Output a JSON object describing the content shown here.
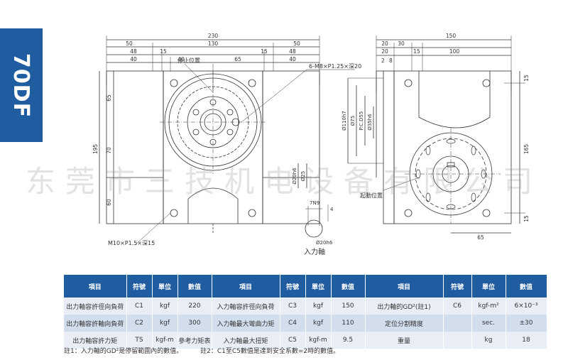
{
  "model_tab": "70DF",
  "watermark": "东莞市三技机电设备有限公司",
  "drawing": {
    "front_dims": {
      "total_width": "230",
      "left_50": "50",
      "center_130": "130",
      "right_50": "50",
      "left_48": "48",
      "right_48": "48",
      "left_40": "40",
      "right_40": "40",
      "left_15": "15",
      "right_15": "15",
      "inner_40": "40",
      "inner_65": "65",
      "h_65": "65",
      "h_195": "195",
      "h_70": "70",
      "h_60": "60"
    },
    "labels": {
      "stop_position": "停止位置",
      "tapped_holes": "6-M8×P1.25×深20",
      "bottom_tap": "M10×P1.5×深15",
      "start_position": "起動位置",
      "input_shaft": "入力軸",
      "phi110": "Ø110h7",
      "phi75": "Ø75",
      "pcd55": "P.C.D55",
      "phi35": "Ø35h6",
      "phi20": "Ø20h6",
      "phi25": "Ø25",
      "key7": "7N9",
      "key4": "4",
      "shaft_phi20": "Ø20h6"
    },
    "side_dims": {
      "total_150": "150",
      "d20": "20",
      "d30": "30",
      "d20b": "20",
      "d15": "15",
      "d100": "100",
      "d2": "2",
      "d8": "8",
      "v15": "15",
      "v165": "165",
      "v15b": "15",
      "h65": "65"
    }
  },
  "table": {
    "headers": [
      "項目",
      "符號",
      "單位",
      "數值",
      "項目",
      "符號",
      "單位",
      "數值",
      "項目",
      "符號",
      "單位",
      "數值"
    ],
    "rows": [
      [
        "出力軸容許徑向負荷",
        "C1",
        "kgf",
        "220",
        "入力軸容許徑向負荷",
        "C3",
        "kgf",
        "150",
        "出力軸的GD²(註1)",
        "C6",
        "kgf-m²",
        "6×10⁻³"
      ],
      [
        "出力軸容許軸向負荷",
        "C2",
        "kgf",
        "300",
        "入力軸最大彎曲力矩",
        "C4",
        "kgf",
        "110",
        "定位分割精度",
        "",
        "sec.",
        "±30"
      ],
      [
        "出力軸容許力矩",
        "TS",
        "kgf-m",
        "參考力矩表",
        "入力軸最大扭矩",
        "C5",
        "kgf-m",
        "9.5",
        "重量",
        "",
        "kg",
        "18"
      ]
    ]
  },
  "notes": {
    "note1": "註1：入力軸的GD²是停留範圍內的數值。",
    "note2": "註2：C1至C5數值是達到安全系數=2時的數值。"
  }
}
